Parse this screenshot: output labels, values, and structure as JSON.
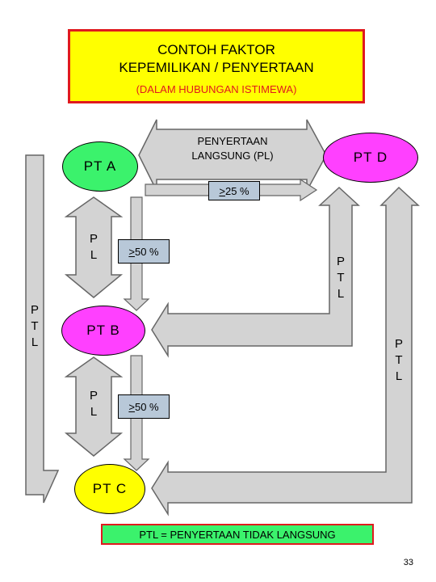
{
  "title": {
    "line1": "CONTOH FAKTOR",
    "line2": "KEPEMILIKAN / PENYERTAAN",
    "subtitle": "(DALAM HUBUNGAN ISTIMEWA)"
  },
  "nodes": {
    "pt_a": "PT  A",
    "pt_b": "PT  B",
    "pt_c": "PT  C",
    "pt_d": "PT  D"
  },
  "arrows": {
    "direct_top_line1": "PENYERTAAN",
    "direct_top_line2": "LANGSUNG (PL)",
    "pl": "P\nL",
    "ptl": "P\nT\nL"
  },
  "percent": {
    "symbol": ">",
    "a_to_d": " 25 %",
    "a_to_b": " 50 %",
    "b_to_c": " 50 %"
  },
  "legend": "PTL = PENYERTAAN TIDAK LANGSUNG",
  "page_number": "33",
  "colors": {
    "arrow_fill": "#d3d3d3",
    "arrow_stroke": "#666666",
    "pt_a": "#3bf26c",
    "pt_b": "#ff40ff",
    "pt_c": "#ffff00",
    "pt_d": "#ff40ff",
    "title_bg": "#ffff00",
    "title_border": "#e0191e"
  }
}
